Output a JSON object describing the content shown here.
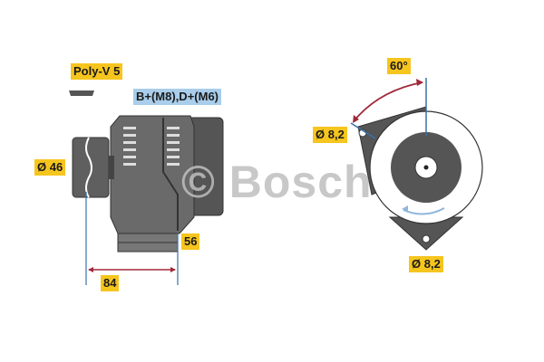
{
  "watermark": "© Bosch",
  "labels": {
    "belt": "Poly-V 5",
    "terminals": "B+(M8),D+(M6)",
    "pulley_diameter": "Ø 46",
    "body_offset": "56",
    "length": "84",
    "angle": "60°",
    "hole_top": "Ø 8,2",
    "hole_bottom": "Ø 8,2"
  },
  "colors": {
    "label_bg": "#f6c51e",
    "terminal_bg": "#a9cdea",
    "dimension_line": "#3b6fa8",
    "arrow": "#a0283a",
    "body": "#5a5a5a"
  }
}
